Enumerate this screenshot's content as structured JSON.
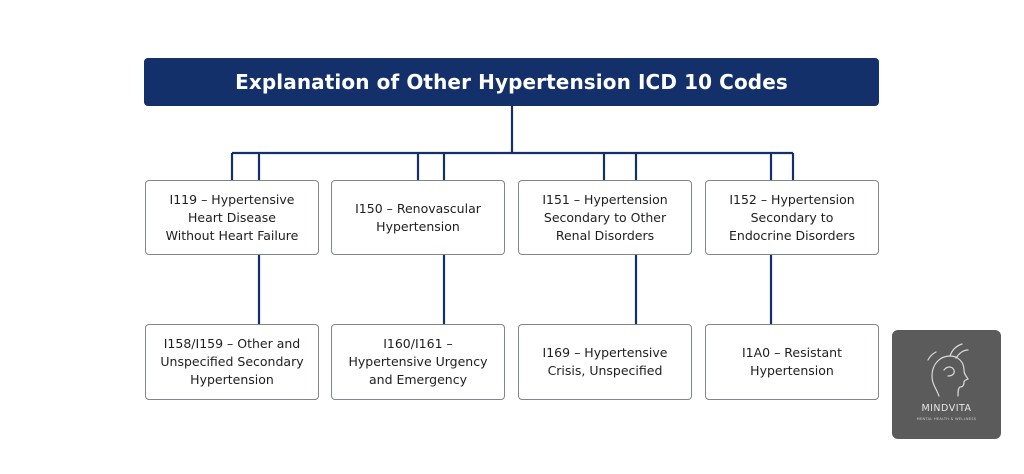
{
  "title": "Explanation of Other Hypertension ICD 10 Codes",
  "colors": {
    "title_bg": "#14306b",
    "connector": "#14306b",
    "node_border": "#7f858c",
    "logo_bg": "#5b5b5b"
  },
  "top_row": [
    {
      "code": "I119",
      "text": "I119 – Hypertensive\nHeart Disease\nWithout Heart Failure"
    },
    {
      "code": "I150",
      "text": "I150 – Renovascular\nHypertension"
    },
    {
      "code": "I151",
      "text": "I151 – Hypertension\nSecondary to Other\nRenal Disorders"
    },
    {
      "code": "I152",
      "text": "I152 – Hypertension\nSecondary to\nEndocrine Disorders"
    }
  ],
  "bottom_row": [
    {
      "code": "I158/I159",
      "text": "I158/I159 – Other and\nUnspecified Secondary\nHypertension"
    },
    {
      "code": "I160/I161",
      "text": "I160/I161 –\nHypertensive Urgency\nand Emergency"
    },
    {
      "code": "I169",
      "text": "I169 – Hypertensive\nCrisis, Unspecified"
    },
    {
      "code": "I1A0",
      "text": "I1A0 – Resistant\nHypertension"
    }
  ],
  "logo": {
    "name": "MINDVITA",
    "tagline": "MENTAL HEALTH & WELLNESS",
    "icon": "head-profile-icon"
  }
}
